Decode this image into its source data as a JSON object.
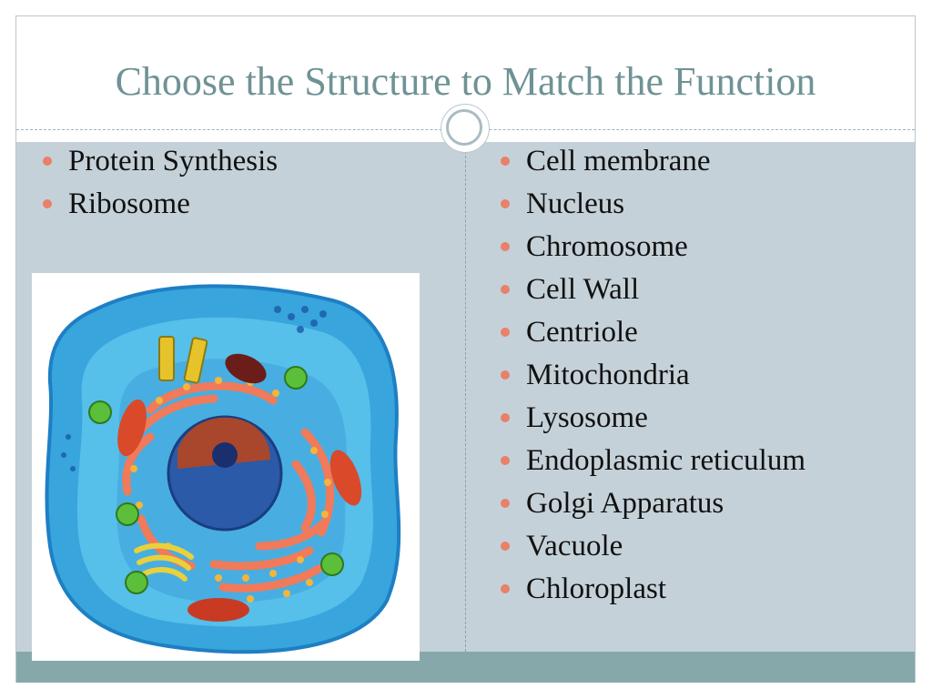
{
  "slide": {
    "title": "Choose the Structure to Match the Function"
  },
  "left_column": {
    "items": [
      "Protein Synthesis",
      "Ribosome"
    ]
  },
  "right_column": {
    "items": [
      "Cell membrane",
      "Nucleus",
      "Chromosome",
      "Cell Wall",
      "Centriole",
      "Mitochondria",
      "Lysosome",
      "Endoplasmic reticulum",
      "Golgi Apparatus",
      "Vacuole",
      " Chloroplast"
    ]
  },
  "colors": {
    "title_text": "#6f9295",
    "content_background": "#c5d1d8",
    "footer_band": "#87a8aa",
    "bullet": "#e8806a",
    "body_text": "#111111"
  },
  "image": {
    "subject": "animal-cell-diagram"
  }
}
